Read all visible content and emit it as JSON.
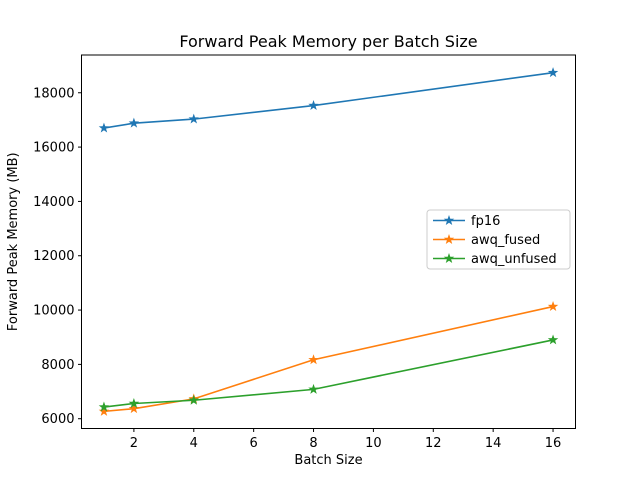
{
  "figure": {
    "background": "#ffffff",
    "axis_color": "#000000"
  },
  "chart_data": {
    "type": "line",
    "title": "Forward Peak Memory per Batch Size",
    "xlabel": "Batch Size",
    "ylabel": "Forward Peak Memory (MB)",
    "x": [
      1,
      2,
      4,
      8,
      16
    ],
    "series": [
      {
        "name": "fp16",
        "color": "#1f77b4",
        "marker": "star",
        "values": [
          16700,
          16880,
          17030,
          17530,
          18740
        ]
      },
      {
        "name": "awq_fused",
        "color": "#ff7f0e",
        "marker": "star",
        "values": [
          6270,
          6370,
          6730,
          8170,
          10130
        ]
      },
      {
        "name": "awq_unfused",
        "color": "#2ca02c",
        "marker": "star",
        "values": [
          6430,
          6560,
          6680,
          7080,
          8900
        ]
      }
    ],
    "xticks": [
      2,
      4,
      6,
      8,
      10,
      12,
      14,
      16
    ],
    "yticks": [
      6000,
      8000,
      10000,
      12000,
      14000,
      16000,
      18000
    ],
    "xlim": [
      0.25,
      16.75
    ],
    "ylim": [
      5640,
      19390
    ],
    "grid": false,
    "legend": {
      "position": "center-right",
      "entries": [
        "fp16",
        "awq_fused",
        "awq_unfused"
      ],
      "border_color": "#cccccc",
      "background": "#ffffff"
    }
  }
}
